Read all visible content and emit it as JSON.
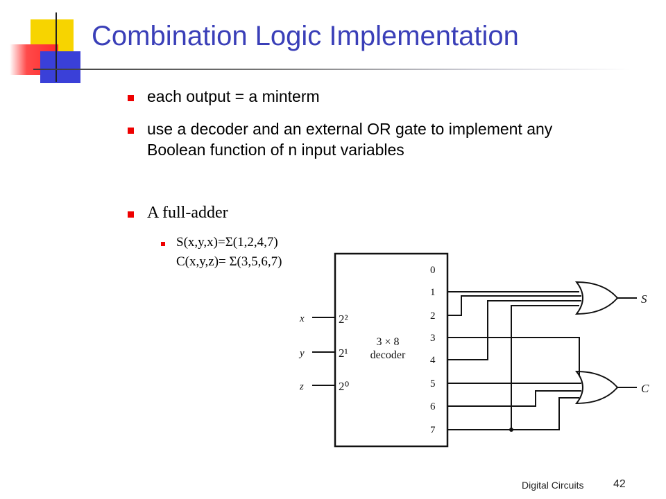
{
  "slide": {
    "title": "Combination Logic Implementation",
    "bullets": [
      "each output = a minterm",
      "use a decoder and an external OR gate to implement any Boolean function of n input variables",
      "A full-adder"
    ],
    "sub_bullet": [
      "S(x,y,x)=Σ(1,2,4,7)",
      "C(x,y,z)= Σ(3,5,6,7)"
    ]
  },
  "diagram": {
    "inputs": [
      "x",
      "y",
      "z"
    ],
    "input_weights": [
      "2²",
      "2¹",
      "2⁰"
    ],
    "decoder_label": [
      "3 × 8",
      "decoder"
    ],
    "outputs": [
      "0",
      "1",
      "2",
      "3",
      "4",
      "5",
      "6",
      "7"
    ],
    "gate_outputs": [
      "S",
      "C"
    ]
  },
  "footer": {
    "course": "Digital Circuits",
    "page": "42"
  },
  "colors": {
    "title": "#3a3fb8",
    "bullet": "#ee0000",
    "deco_yellow": "#f7d400",
    "deco_red": "#ff2a2a",
    "deco_blue": "#3a40d8"
  }
}
